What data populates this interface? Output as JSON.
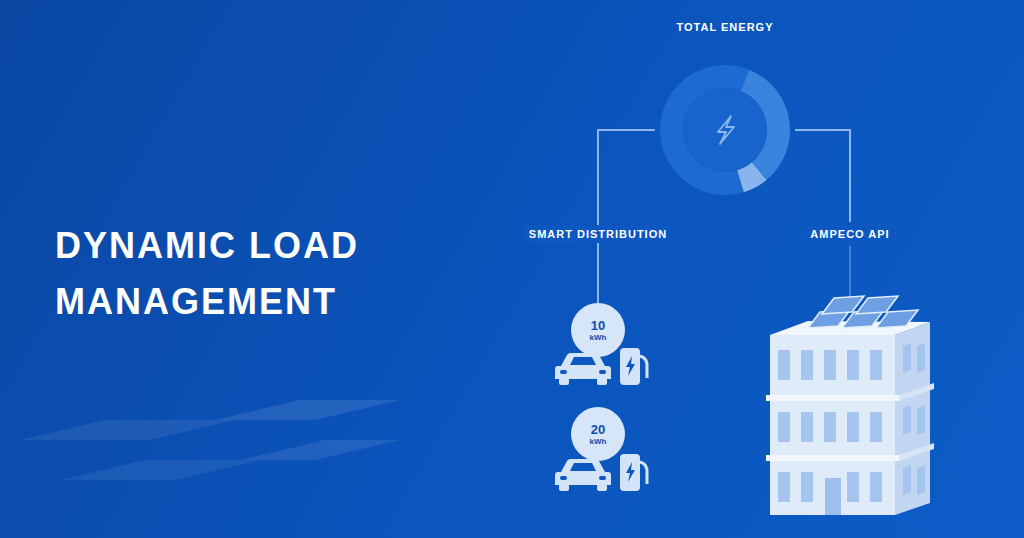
{
  "diagram": {
    "title": "DYNAMIC LOAD MANAGEMENT",
    "nodes": [
      {
        "text": [
          "TOTAL ENERGY"
        ]
      },
      {
        "text": [
          "10",
          "kWh"
        ]
      },
      {
        "text": [
          "20",
          "kWh"
        ]
      }
    ],
    "edges": [
      {
        "from": 0,
        "to": 1,
        "arrow": "none",
        "label": "SMART DISTRIBUTION"
      }
    ],
    "labels": [
      "AMPECO API"
    ]
  }
}
